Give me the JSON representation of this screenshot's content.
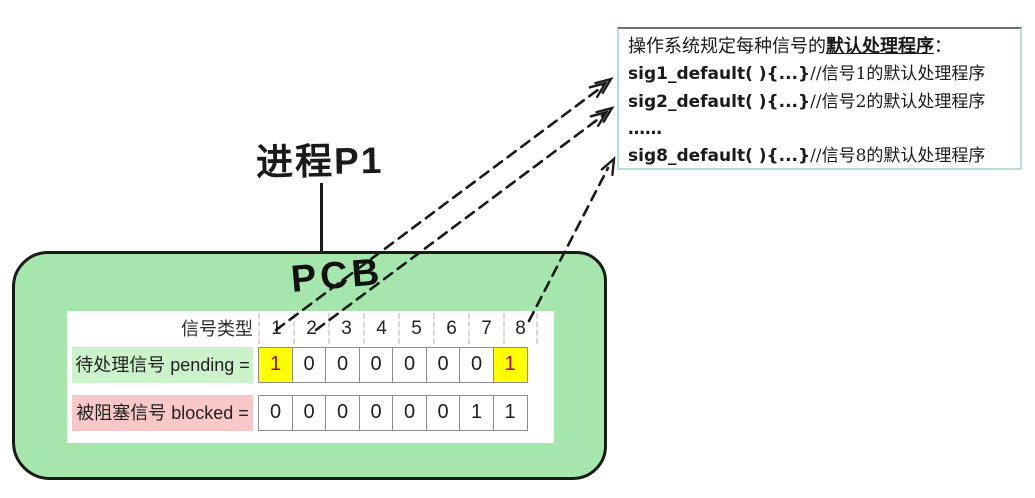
{
  "process": {
    "title": "进程P1",
    "pcb_label": "PCB"
  },
  "signal_table": {
    "header_label": "信号类型",
    "columns": [
      "1",
      "2",
      "3",
      "4",
      "5",
      "6",
      "7",
      "8"
    ],
    "pending": {
      "label": "待处理信号 pending =",
      "values": [
        "1",
        "0",
        "0",
        "0",
        "0",
        "0",
        "0",
        "1"
      ],
      "highlighted_columns": [
        "1",
        "8"
      ]
    },
    "blocked": {
      "label": "被阻塞信号 blocked =",
      "values": [
        "0",
        "0",
        "0",
        "0",
        "0",
        "0",
        "1",
        "1"
      ]
    }
  },
  "handlers_box": {
    "heading_prefix": "操作系统规定每种信号的",
    "heading_emphasis": "默认处理程序",
    "heading_colon": "：",
    "lines": [
      {
        "code": "sig1_default( ){...}",
        "comment": "//信号1的默认处理程序"
      },
      {
        "code": "sig2_default( ){...}",
        "comment": "//信号2的默认处理程序"
      },
      {
        "code": "……",
        "comment": ""
      },
      {
        "code": "sig8_default( ){...}",
        "comment": "//信号8的默认处理程序"
      }
    ]
  },
  "colors": {
    "pcb_fill": "#a5e6ad",
    "pcb_border": "#1a1a1a",
    "pending_label_bg": "#cbf2cb",
    "blocked_label_bg": "#f8c7c7",
    "highlight_cell_bg": "#ffff00",
    "highlight_digit": "#b40000",
    "handlers_border": "#b5dce9"
  }
}
